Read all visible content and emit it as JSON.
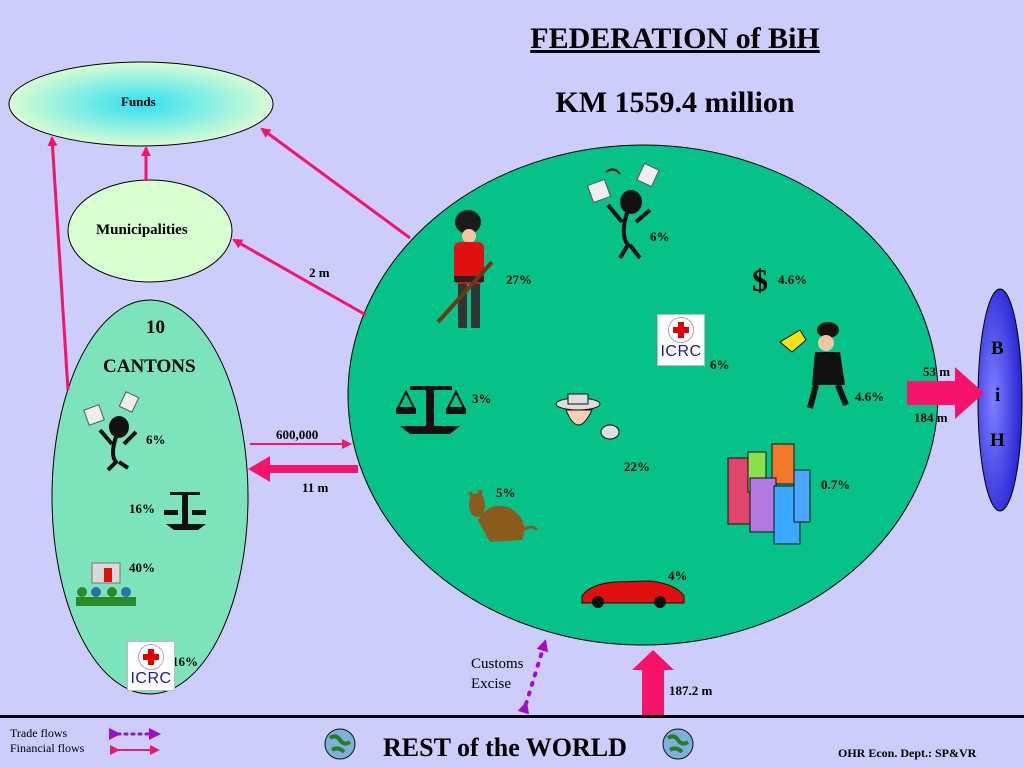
{
  "title": "FEDERATION of BiH",
  "subtitle": "KM 1559.4 million",
  "funds_label": "Funds",
  "municipalities_label": "Municipalities",
  "cantons": {
    "count": "10",
    "label": "CANTONS",
    "items": [
      {
        "icon": "beggar-icon",
        "pct": "6%"
      },
      {
        "icon": "scales-of-justice-icon",
        "pct": "16%"
      },
      {
        "icon": "classroom-teacher-icon",
        "pct": "40%"
      },
      {
        "icon": "icrc-logo",
        "pct": "16%"
      }
    ]
  },
  "federation_items": [
    {
      "icon": "guard-soldier-icon",
      "pct": "27%"
    },
    {
      "icon": "beggar-icon",
      "pct": "6%"
    },
    {
      "icon": "dollar-icon",
      "pct": "4.6%"
    },
    {
      "icon": "icrc-logo",
      "pct": "6%"
    },
    {
      "icon": "policeman-icon",
      "pct": "4.6%"
    },
    {
      "icon": "scales-of-justice-icon",
      "pct": "3%"
    },
    {
      "icon": "farmer-icon",
      "pct": "22%"
    },
    {
      "icon": "donkey-icon",
      "pct": "5%"
    },
    {
      "icon": "city-buildings-icon",
      "pct": "0.7%"
    },
    {
      "icon": "red-sports-car-icon",
      "pct": "4%"
    }
  ],
  "icrc_text": "ICRC",
  "dollar_symbol": "$",
  "flows": {
    "to_municipalities": "2 m",
    "to_cantons_top": "600,000",
    "from_cantons": "11 m",
    "to_bih_top": "53 m",
    "to_bih_bottom": "184 m",
    "customs": "Customs",
    "excise": "Excise",
    "from_world": "187.2 m"
  },
  "bih_letters": [
    "B",
    "i",
    "H"
  ],
  "legend": {
    "trade": "Trade flows",
    "financial": "Financial flows"
  },
  "rest_of_world": "REST of the WORLD",
  "footer": "OHR Econ. Dept.: SP&VR",
  "colors": {
    "background": "#cccdfb",
    "federation_circle": "#06c289",
    "cantons": "#7de3ba",
    "municipalities": "#d7ffcf",
    "funds_center": "#2fe0f2",
    "bih_blue": "#1c1cd0",
    "financial_arrow": "#f51469",
    "trade_arrow": "#a20acf"
  }
}
